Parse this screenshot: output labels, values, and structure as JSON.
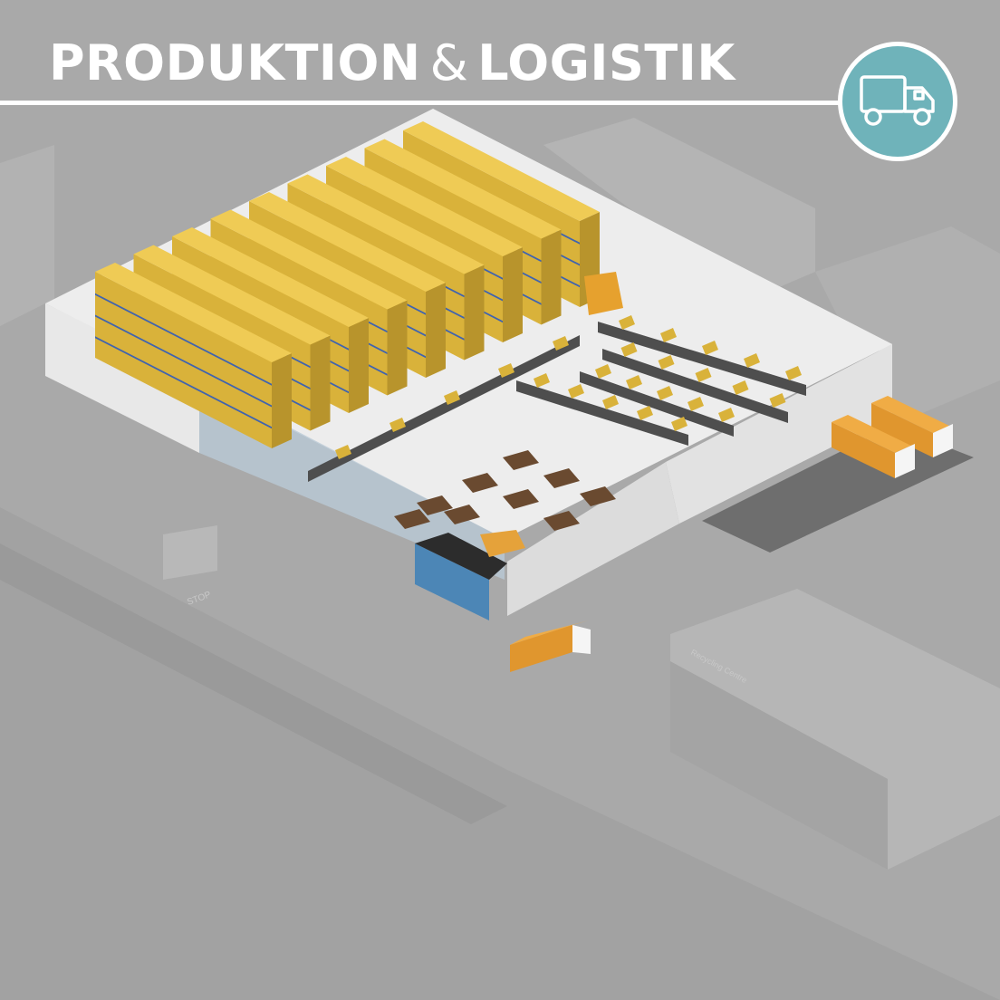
{
  "header": {
    "title_part1": "PRODUKTION",
    "ampersand": "&",
    "title_part2": "LOGISTIK",
    "badge_icon": "truck-icon"
  },
  "scene": {
    "stop_sign": "STOP",
    "recycling_sign": "Recycling Centre"
  },
  "colors": {
    "background": "#a9a9a9",
    "badge": "#6fb3ba",
    "boxes": "#d9b23a",
    "rack_frame": "#3f63b0",
    "truck": "#e0962e",
    "floor": "#eeeeee"
  }
}
